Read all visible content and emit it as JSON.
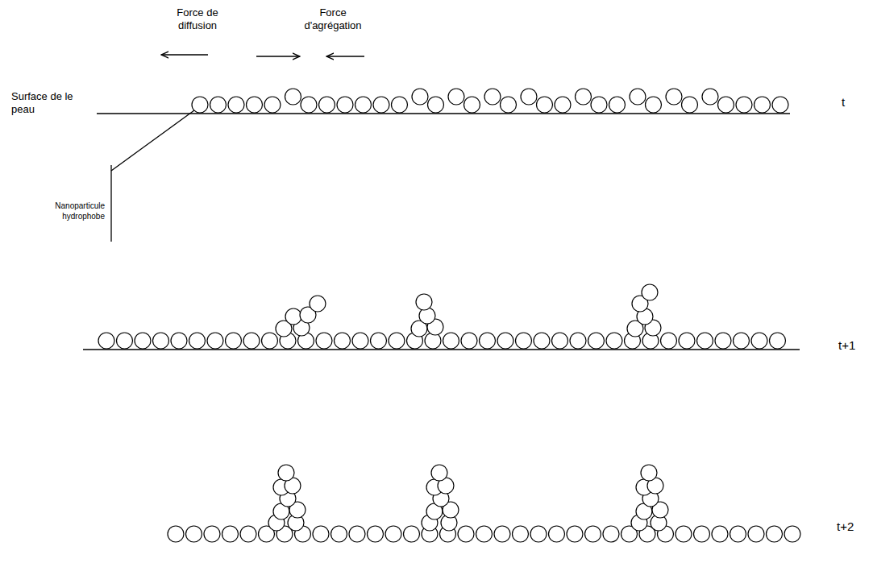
{
  "diagram": {
    "labels": [
      "Force de diffusion",
      "Force d'agrégation",
      "Surface de le peau",
      "Nanoparticule hydrophobe",
      "t",
      "t+1",
      "t+2"
    ]
  }
}
